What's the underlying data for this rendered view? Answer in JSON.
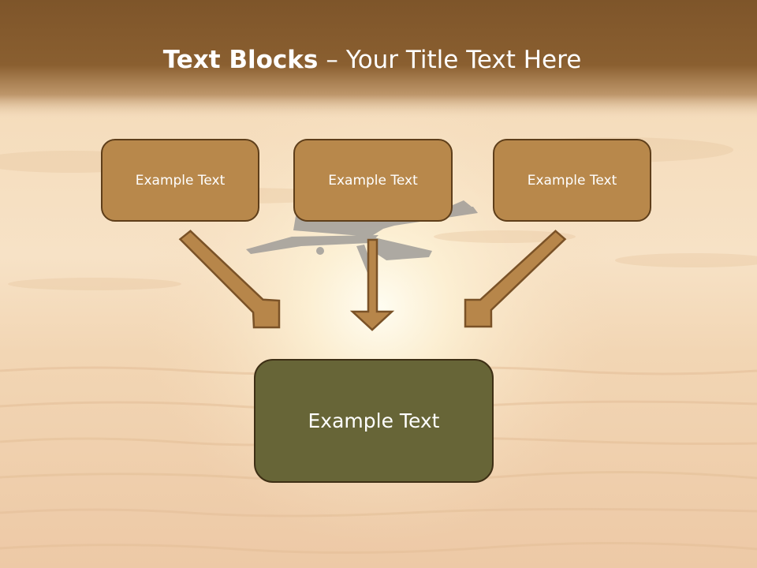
{
  "slide": {
    "title_bold": "Text Blocks",
    "title_separator": "–",
    "title_rest": "Your Title Text Here"
  },
  "boxes": [
    {
      "label": "Example Text"
    },
    {
      "label": "Example Text"
    },
    {
      "label": "Example Text"
    }
  ],
  "target": {
    "label": "Example Text"
  },
  "colors": {
    "header_band": "#82582a",
    "box_fill": "#b8884b",
    "box_border": "#5e3e1a",
    "target_fill": "#676537",
    "arrow_fill": "#b7864a"
  }
}
